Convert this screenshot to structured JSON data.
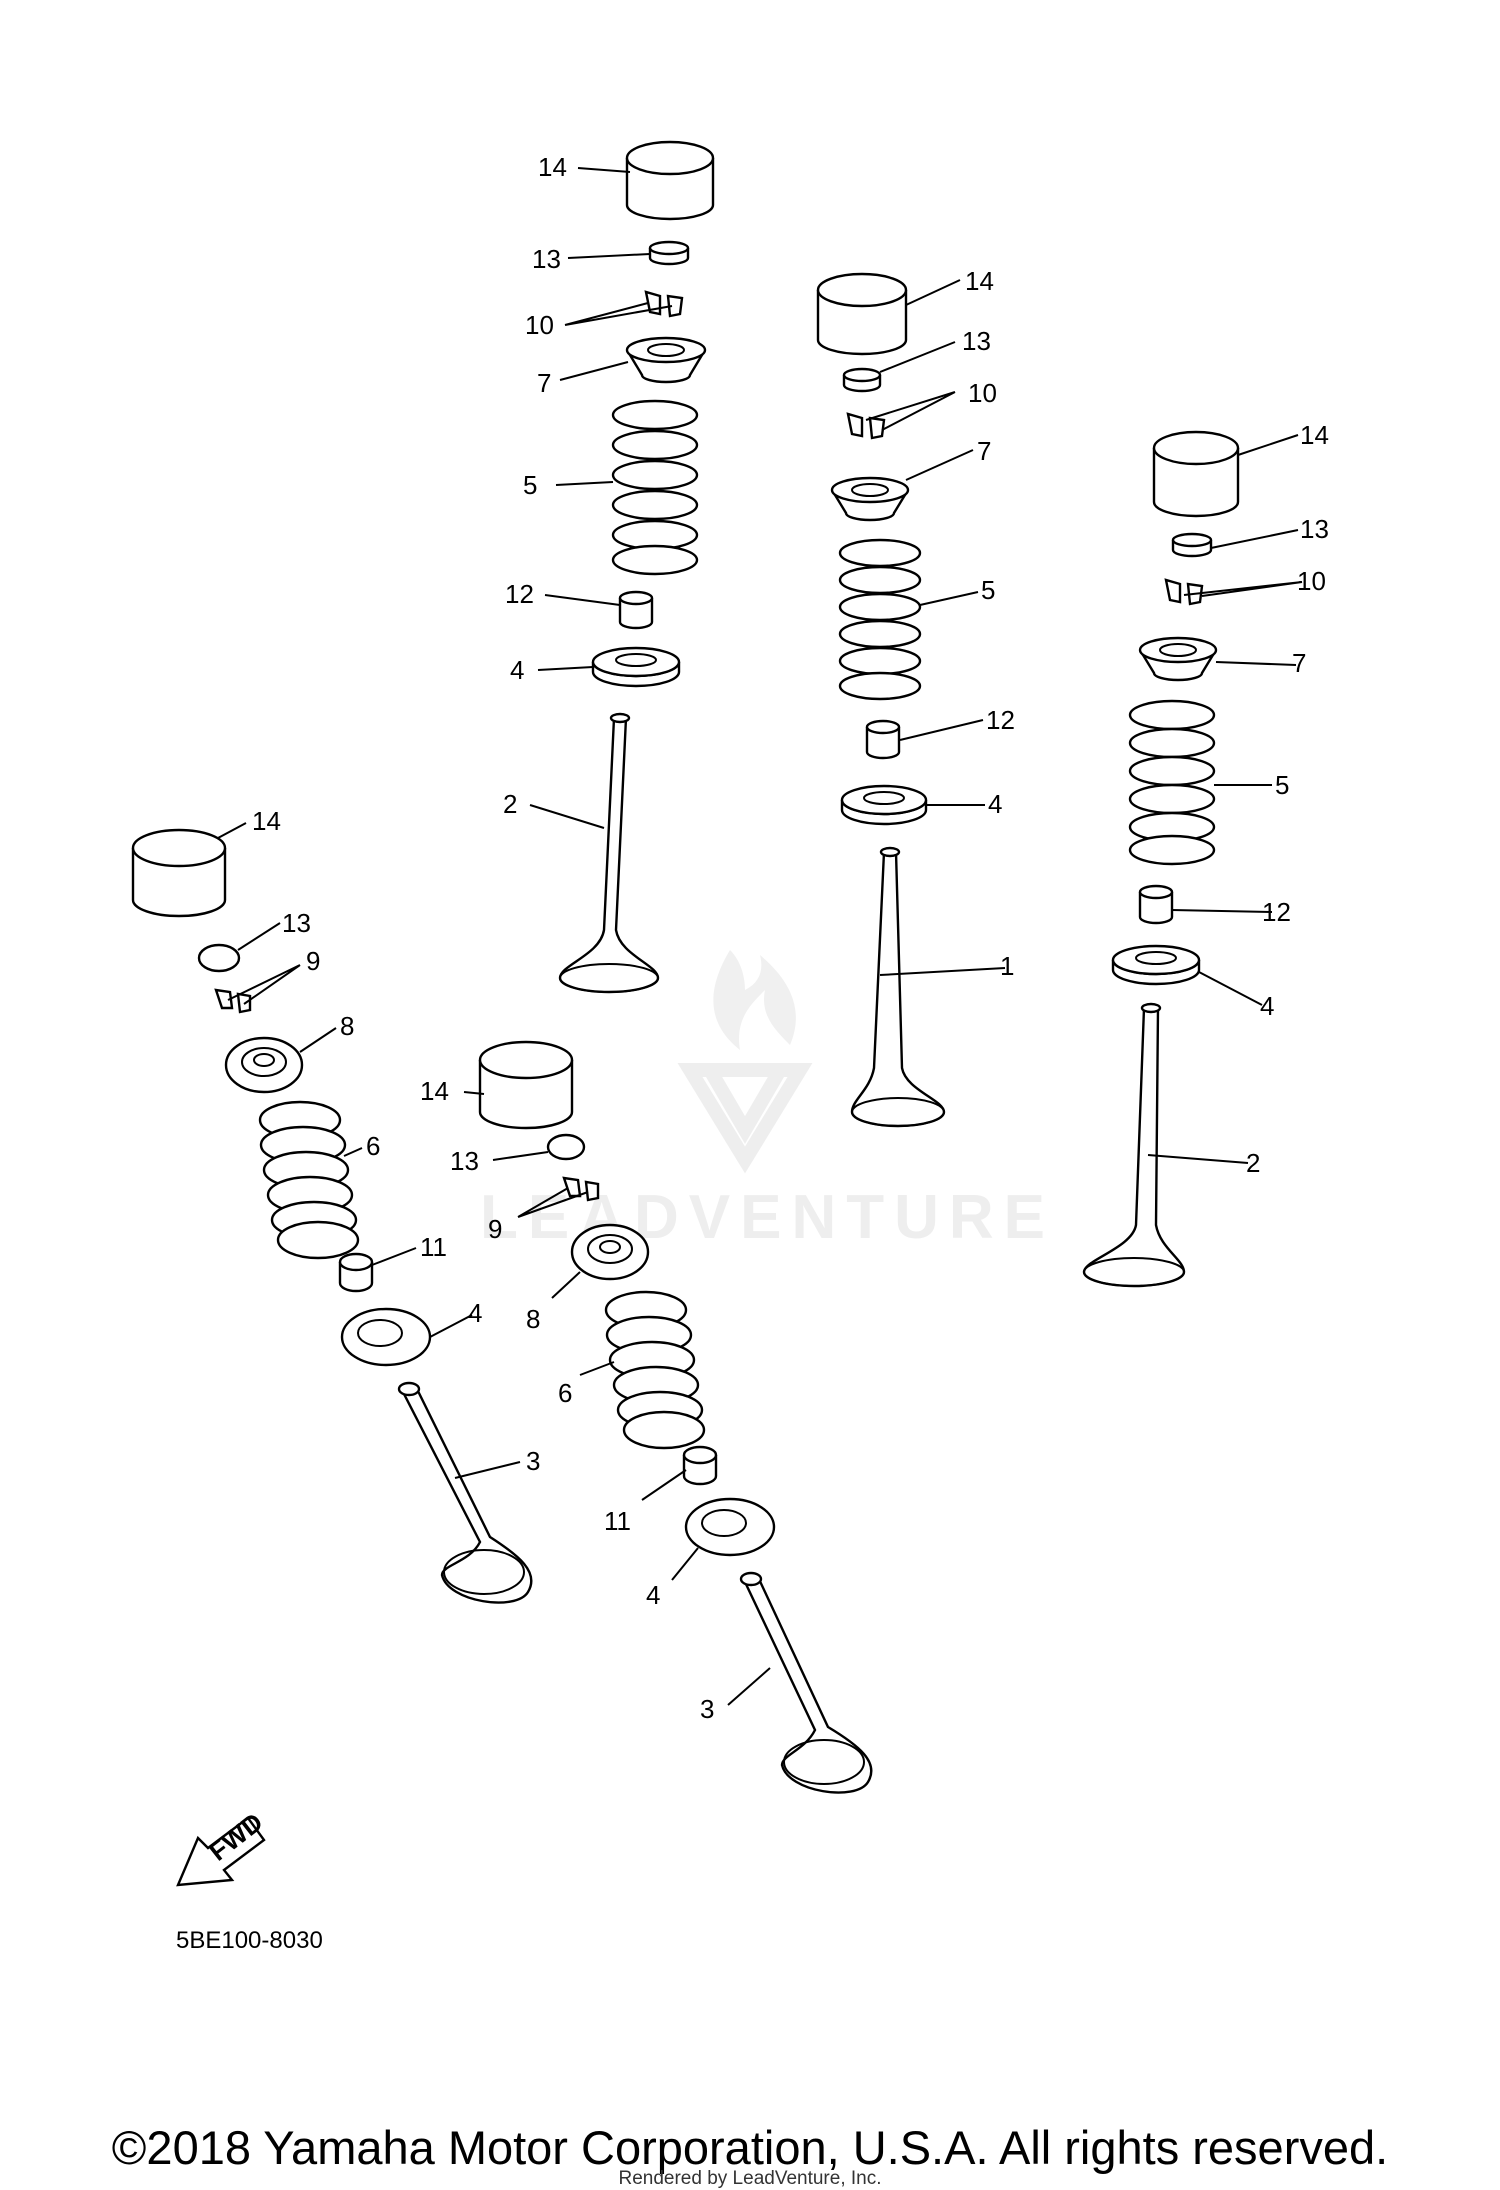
{
  "diagram": {
    "callouts": [
      "1",
      "2",
      "3",
      "4",
      "5",
      "6",
      "7",
      "8",
      "9",
      "10",
      "11",
      "12",
      "13",
      "14"
    ],
    "fwd_label": "FWD",
    "drawing_code": "5BE100-8030"
  },
  "watermark": {
    "text": "LEADVENTURE"
  },
  "footer": {
    "copyright": "©2018 Yamaha Motor Corporation, U.S.A. All rights reserved.",
    "rendered_by": "Rendered by LeadVenture, Inc."
  }
}
